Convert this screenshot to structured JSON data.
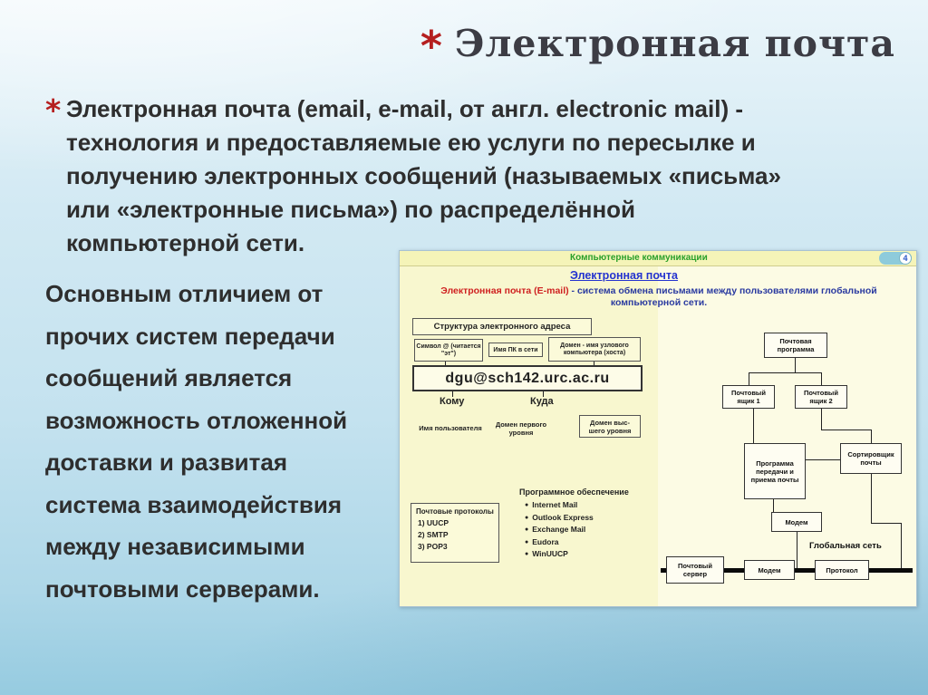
{
  "colors": {
    "accent_red": "#b51f1f",
    "title_gray": "#3c3c44",
    "embed_green": "#2aa02a",
    "embed_blue": "#2433cf",
    "embed_red": "#cf2121",
    "bg_top": "#eaf5fa",
    "bg_bottom": "#96cbe0"
  },
  "slide": {
    "bullet": "*",
    "title": "Электронная почта",
    "intro_lines": [
      "Электронная почта (email, e-mail, от англ. electronic mail) -",
      "технология и предоставляемые ею услуги по пересылке и",
      "получению электронных сообщений (называемых «письма»",
      "или «электронные письма») по распределённой",
      "компьютерной сети."
    ],
    "left_lines": [
      "Основным отличием от",
      "прочих систем передачи",
      "сообщений является",
      "возможность отложенной",
      "доставки и развитая",
      "система взаимодействия",
      "между независимыми",
      "почтовыми серверами."
    ]
  },
  "embed": {
    "header": "Компьютерные коммуникации",
    "page_number": "4",
    "subtitle": "Электронная почта",
    "definition_lead": "Электронная почта (E-mail)",
    "definition_rest": " - система обмена письмами между пользователями глобальной компьютерной сети.",
    "address": {
      "section_title": "Структура электронного адреса",
      "symbol_label": "Символ @ (читается \"эт\")",
      "pc_name_label": "Имя ПК в сети",
      "domain_label": "Домен - имя узлового компьютера (хоста)",
      "example": "dgu@sch142.urc.ac.ru",
      "to_label": "Кому",
      "where_label": "Куда",
      "user_label": "Имя пользователя",
      "first_level_label": "Домен первого уровня",
      "top_level_label": "Домен выс- шего уровня"
    },
    "protocols": {
      "title": "Почтовые протоколы",
      "items": [
        "1) UUCP",
        "2) SMTP",
        "3) POP3"
      ]
    },
    "software": {
      "title": "Программное обеспечение",
      "bullet": "●",
      "items": [
        "Internet Mail",
        "Outlook Express",
        "Exchange Mail",
        "Eudora",
        "WinUUCP"
      ]
    },
    "diagram": {
      "mail_program": "Почтовая программа",
      "mailbox1": "Почтовый ящик 1",
      "mailbox2": "Почтовый ящик 2",
      "transfer_program": "Программа передачи и приема почты",
      "sorter": "Сортировщик почты",
      "modem": "Модем",
      "global_network": "Глобальная сеть",
      "mail_server": "Почтовый сервер",
      "modem2": "Модем",
      "protocol": "Протокол"
    }
  }
}
